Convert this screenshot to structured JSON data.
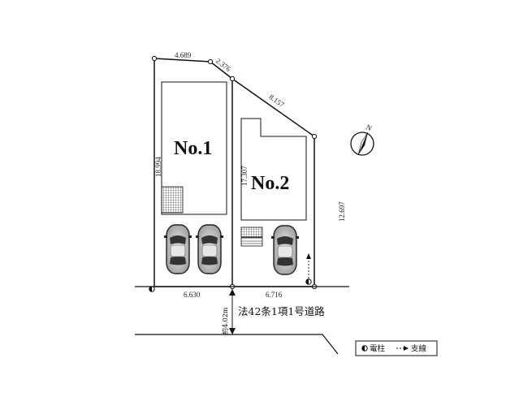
{
  "lots": [
    {
      "id": "lot1",
      "label": "No.1"
    },
    {
      "id": "lot2",
      "label": "No.2"
    }
  ],
  "dimensions": {
    "top_left": "4.689",
    "top_mid": "2.376",
    "diagonal": "8.157",
    "left": "18.994",
    "middle": "17.307",
    "right": "12.697",
    "front_lot1": "6.630",
    "front_lot2": "6.716"
  },
  "road": {
    "label": "法42条1項1号道路",
    "width": "約4.02m"
  },
  "compass": {
    "north": "N"
  },
  "legend": {
    "pole": "電柱",
    "branch": "支線"
  },
  "colors": {
    "line": "#111111",
    "car_body": "#d9d9d9",
    "background": "#ffffff"
  }
}
